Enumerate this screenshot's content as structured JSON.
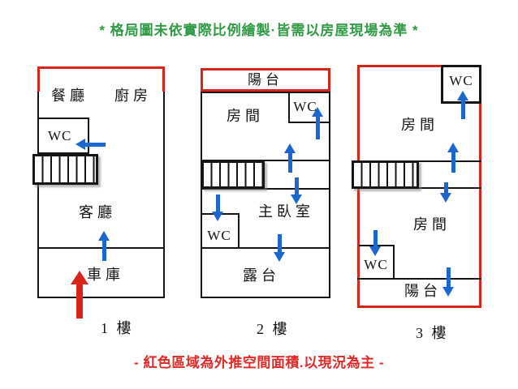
{
  "header": {
    "note": "* 格局圖未依實際比例繪製·皆需以房屋現場為準 *"
  },
  "footer": {
    "note": "- 紅色區域為外推空間面積.以現況為主 -"
  },
  "colors": {
    "disclaimer_green": "#2f9b44",
    "extension_red": "#d8241b",
    "flow_arrow_blue": "#1b66cf",
    "wall_black": "#151515"
  },
  "icons": {
    "entry_arrow": "thick-red-up-arrow",
    "flow_arrow": "blue-direction-arrow",
    "staircase": "hatched-stair-block"
  },
  "floors": [
    {
      "label": "1 樓",
      "rooms": {
        "dining": "餐廳",
        "kitchen": "廚房",
        "wc": "WC",
        "living": "客廳",
        "garage": "車庫"
      }
    },
    {
      "label": "2 樓",
      "rooms": {
        "balcony": "陽台",
        "bedroom": "房間",
        "wc_upper": "WC",
        "master": "主臥室",
        "wc_lower": "WC",
        "terrace": "露台"
      }
    },
    {
      "label": "3 樓",
      "rooms": {
        "wc_upper": "WC",
        "bedroom_upper": "房間",
        "bedroom_lower": "房間",
        "wc_lower": "WC",
        "balcony": "陽台"
      }
    }
  ]
}
